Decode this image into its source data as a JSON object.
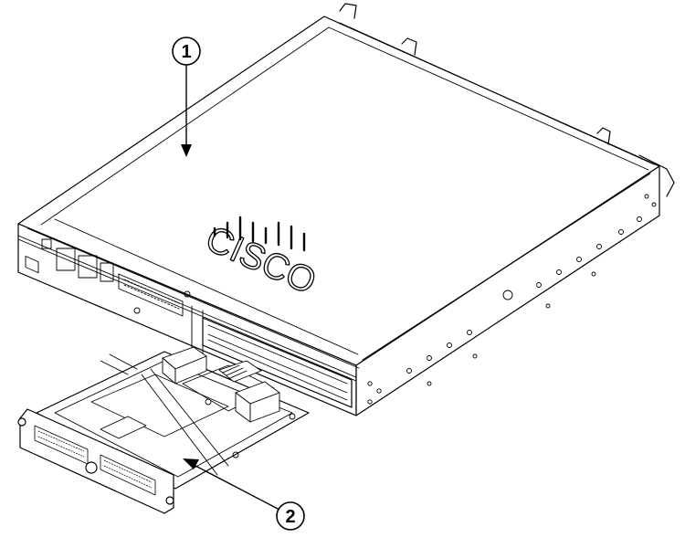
{
  "diagram": {
    "callouts": [
      {
        "number": "1"
      },
      {
        "number": "2"
      }
    ],
    "brand": {
      "logo_text": "CISCO"
    },
    "colors": {
      "line": "#000000",
      "background": "#ffffff"
    }
  }
}
